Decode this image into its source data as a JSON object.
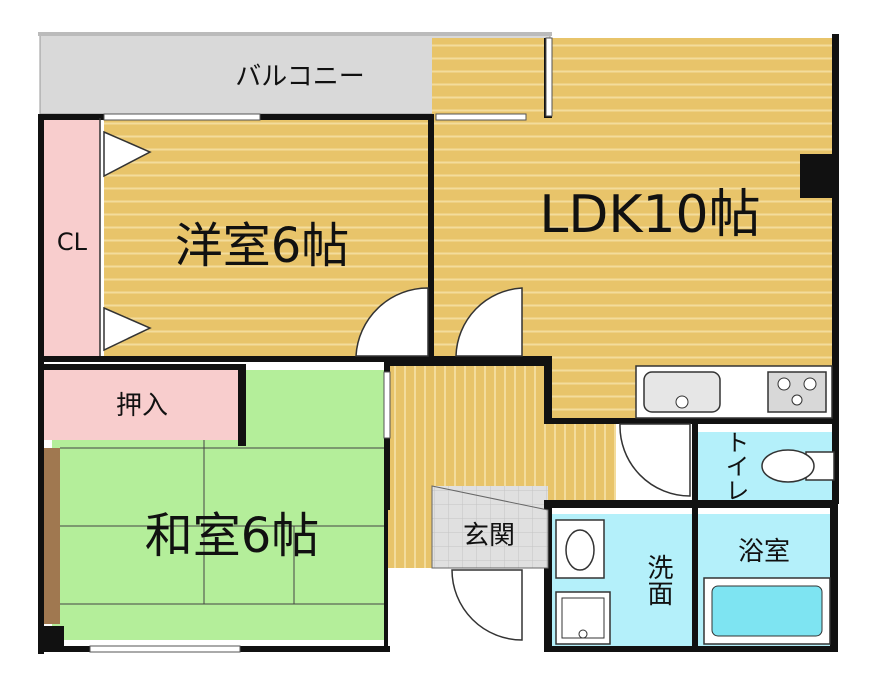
{
  "rooms": {
    "balcony": "バルコニー",
    "closet": "CL",
    "western": "洋室6帖",
    "ldk": "LDK10帖",
    "oshiire": "押入",
    "washitsu": "和室6帖",
    "genkan": "玄関",
    "toilet": "トイレ",
    "bath": "浴室",
    "senmen": "洗面"
  },
  "colors": {
    "wood": "#e8c46a",
    "wood_stripe": "#f3dc9c",
    "tatami": "#b4ee9a",
    "closet": "#f8cdcd",
    "balcony": "#d9d9d9",
    "water": "#b4f0fa",
    "wall": "#111111",
    "genkan_tile": "#e0e0e0"
  }
}
